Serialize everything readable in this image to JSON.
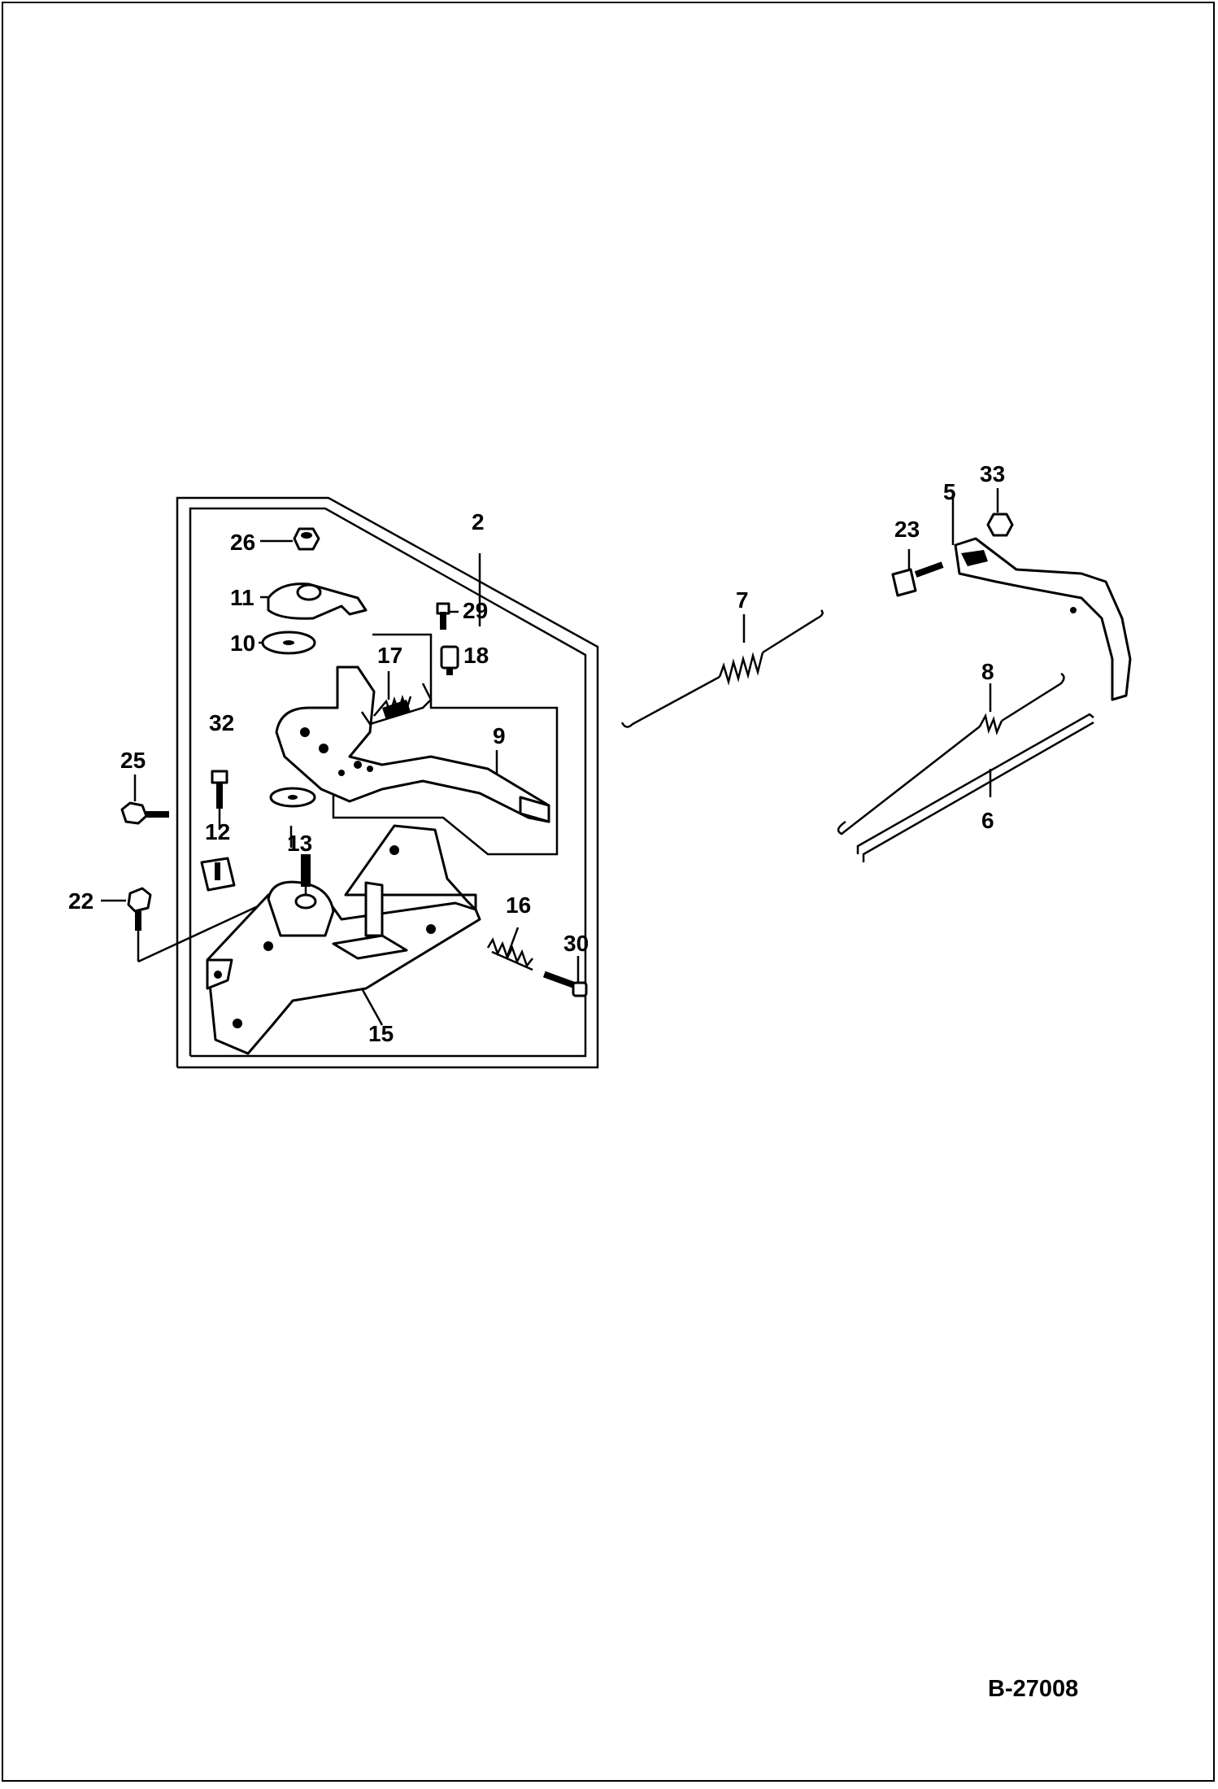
{
  "callouts": [
    "2",
    "5",
    "6",
    "7",
    "8",
    "9",
    "10",
    "11",
    "12",
    "13",
    "15",
    "16",
    "17",
    "18",
    "22",
    "23",
    "25",
    "26",
    "29",
    "30",
    "32",
    "33"
  ],
  "drawing_code": "B-27008"
}
